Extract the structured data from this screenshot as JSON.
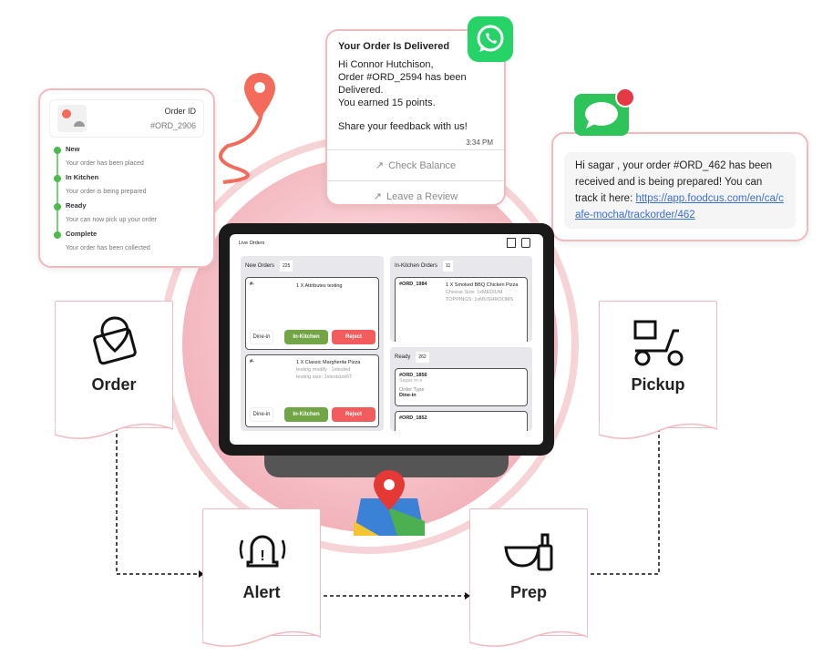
{
  "tracker": {
    "order_id_label": "Order ID",
    "order_id": "#ORD_2906",
    "steps": [
      {
        "title": "New",
        "desc": "Your order has been placed"
      },
      {
        "title": "In Kitchen",
        "desc": "Your order is being prepared"
      },
      {
        "title": "Ready",
        "desc": "Your can now pick up your order"
      },
      {
        "title": "Complete",
        "desc": "Your order has been collected"
      }
    ]
  },
  "whatsapp": {
    "title": "Your Order Is Delivered",
    "line1": "Hi Connor Hutchison,",
    "line2": "Order #ORD_2594 has been Delivered.",
    "line3": "You earned 15 points.",
    "line4": "Share your feedback with us!",
    "time": "3:34 PM",
    "check_balance": "Check Balance",
    "leave_review": "Leave a Review"
  },
  "sms": {
    "text": "Hi sagar , your order #ORD_462 has been received and is being prepared! You can track it here: ",
    "link": "https://app.foodcus.com/en/ca/cafe-mocha/trackorder/462"
  },
  "tablet": {
    "title": "Live Orders",
    "new_orders": {
      "label": "New Orders",
      "count": "225",
      "orders": [
        {
          "id": "#-",
          "item": "1 X Attributes testing",
          "mod1": "",
          "mod2": "",
          "type": "Dine-in"
        },
        {
          "id": "#-",
          "item": "1 X Classic Margherita Pizza",
          "mod1": "testing modify : 1xtested",
          "mod2": "testing size: 1xtestsize67",
          "type": "Dine-in"
        }
      ]
    },
    "in_kitchen": {
      "label": "In-Kitchen Orders",
      "count": "11",
      "order": {
        "id": "#ORD_1984",
        "item": "1 X Smoked BBQ Chicken Pizza",
        "mod1": "Cheese Size: 1xMEDIUM",
        "mod2": "TOPPINGS: 1xMUSHROOMS"
      }
    },
    "ready": {
      "label": "Ready",
      "count": "262",
      "orders": [
        {
          "id": "#ORD_1856",
          "name": "Sagar m e",
          "type_label": "Order Type",
          "type": "Dine-in"
        },
        {
          "id": "#ORD_1852"
        }
      ]
    },
    "in_kitchen_btn": "In-Kitchen",
    "reject_btn": "Reject"
  },
  "flow": {
    "order": "Order",
    "alert": "Alert",
    "prep": "Prep",
    "pickup": "Pickup"
  },
  "colors": {
    "pink": "#f2b9bf",
    "green": "#72a545",
    "red": "#f25c5c",
    "whatsapp": "#25d366"
  }
}
